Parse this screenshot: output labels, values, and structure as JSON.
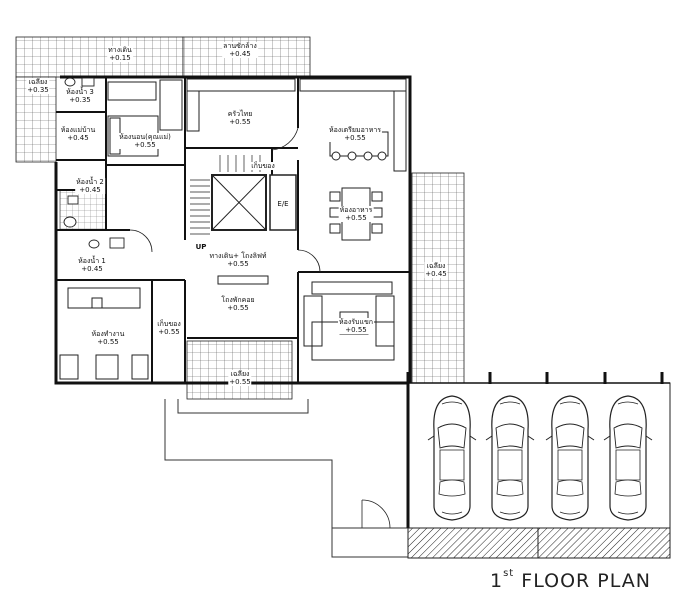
{
  "title": {
    "ordinal": "1",
    "suffix": "st",
    "rest": " FLOOR PLAN"
  },
  "rooms": [
    {
      "key": "walkway",
      "name": "ทางเดิน",
      "level": "+0.15"
    },
    {
      "key": "laundry_yard",
      "name": "ลานซักล้าง",
      "level": "+0.45"
    },
    {
      "key": "porch_left",
      "name": "เฉลียง",
      "level": "+0.35"
    },
    {
      "key": "bath3",
      "name": "ห้องน้ำ 3",
      "level": "+0.35"
    },
    {
      "key": "maid_room",
      "name": "ห้องแม่บ้าน",
      "level": "+0.45"
    },
    {
      "key": "bedroom",
      "name": "ห้องนอน(คุณแม่)",
      "level": "+0.55"
    },
    {
      "key": "thai_kitchen",
      "name": "ครัวไทย",
      "level": "+0.55"
    },
    {
      "key": "dining_prep",
      "name": "ห้องเตรียมอาหาร",
      "level": "+0.55"
    },
    {
      "key": "storage_top",
      "name": "เก็บของ",
      "level": ""
    },
    {
      "key": "bath2",
      "name": "ห้องน้ำ 2",
      "level": "+0.45"
    },
    {
      "key": "ee",
      "name": "E/E",
      "level": ""
    },
    {
      "key": "dining",
      "name": "ห้องอาหาร",
      "level": "+0.55"
    },
    {
      "key": "bath1",
      "name": "ห้องน้ำ 1",
      "level": "+0.45"
    },
    {
      "key": "up",
      "name": "UP",
      "level": ""
    },
    {
      "key": "hall",
      "name": "ทางเดิน+ โถงลิฟท์",
      "level": "+0.55"
    },
    {
      "key": "porch_right",
      "name": "เฉลียง",
      "level": "+0.45"
    },
    {
      "key": "lobby",
      "name": "โถงพักคอย",
      "level": "+0.55"
    },
    {
      "key": "work_room",
      "name": "ห้องทำงาน",
      "level": "+0.55"
    },
    {
      "key": "storage_mid",
      "name": "เก็บของ",
      "level": "+0.55"
    },
    {
      "key": "guest_room",
      "name": "ห้องรับแขก",
      "level": "+0.55"
    },
    {
      "key": "porch_bottom",
      "name": "เฉลียง",
      "level": "+0.55"
    }
  ],
  "garage": {
    "parking_spaces": 4
  }
}
